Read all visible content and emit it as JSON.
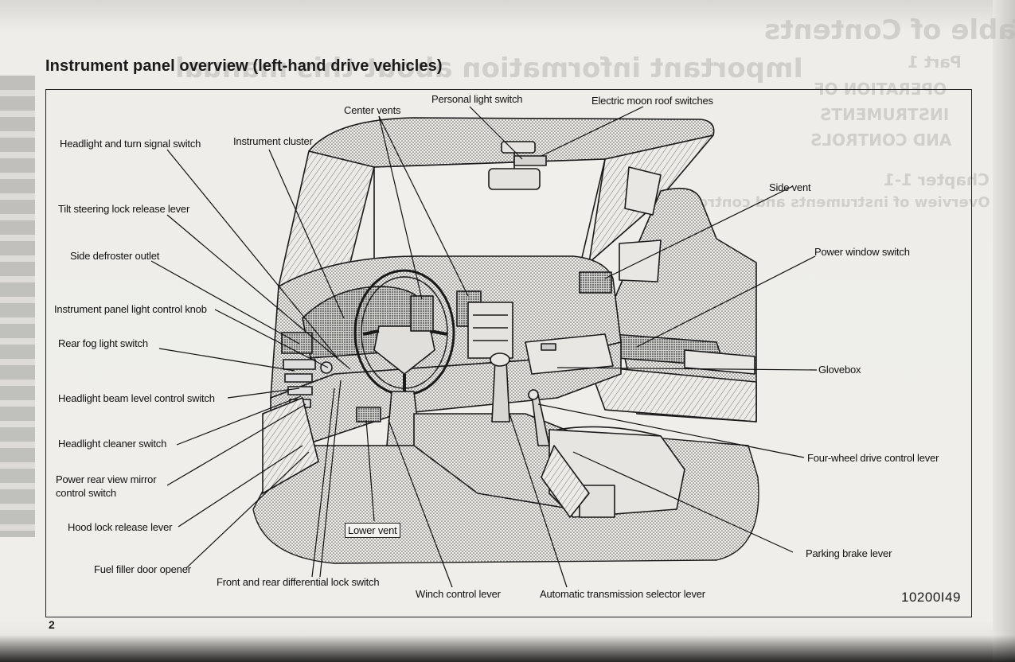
{
  "page": {
    "title": "Instrument panel overview (left-hand drive vehicles)",
    "page_number": "2",
    "figure_code": "10200I49"
  },
  "labels": {
    "center_vents": "Center vents",
    "personal_light_switch": "Personal light switch",
    "electric_moon_roof_switches": "Electric moon roof switches",
    "headlight_turn_signal_switch": "Headlight and turn signal switch",
    "instrument_cluster": "Instrument cluster",
    "side_vent": "Side vent",
    "tilt_steering_lock_release_lever": "Tilt steering lock release lever",
    "power_window_switch": "Power window switch",
    "side_defroster_outlet": "Side defroster outlet",
    "instrument_panel_light_control_knob": "Instrument panel light control knob",
    "rear_fog_light_switch": "Rear fog light switch",
    "glovebox": "Glovebox",
    "headlight_beam_level_control_switch": "Headlight beam level control switch",
    "headlight_cleaner_switch": "Headlight cleaner switch",
    "four_wheel_drive_control_lever": "Four-wheel drive control lever",
    "power_rear_view_mirror_line1": "Power rear view mirror",
    "power_rear_view_mirror_line2": "control switch",
    "hood_lock_release_lever": "Hood lock release lever",
    "lower_vent": "Lower vent",
    "parking_brake_lever": "Parking brake lever",
    "fuel_filler_door_opener": "Fuel filler door opener",
    "front_rear_differential_lock_switch": "Front and rear differential lock switch",
    "winch_control_lever": "Winch control lever",
    "automatic_transmission_selector_lever": "Automatic transmission selector lever"
  },
  "bleed_through": {
    "heading": "Important information about this manual",
    "part": "Part 1",
    "operation": "OPERATION OF",
    "instruments": "INSTRUMENTS",
    "controls": "AND CONTROLS",
    "toc": "Table of Contents",
    "chapter": "Chapter 1-1",
    "overview": "Overview of instruments and controls"
  }
}
